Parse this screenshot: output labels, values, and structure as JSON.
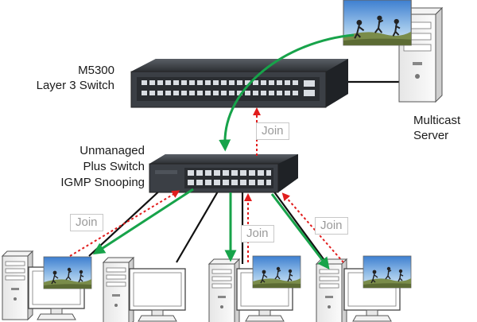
{
  "labels": {
    "l3_switch_line1": "M5300",
    "l3_switch_line2": "Layer 3 Switch",
    "unmanaged_line1": "Unmanaged",
    "unmanaged_line2": "Plus Switch",
    "unmanaged_line3": "IGMP Snooping",
    "server_line1": "Multicast",
    "server_line2": "Server"
  },
  "join_label": "Join",
  "colors": {
    "multicast_stream": "#17a34a",
    "join_request": "#e11d1d",
    "cable": "#111111",
    "switch_body": "#3b3f45"
  }
}
